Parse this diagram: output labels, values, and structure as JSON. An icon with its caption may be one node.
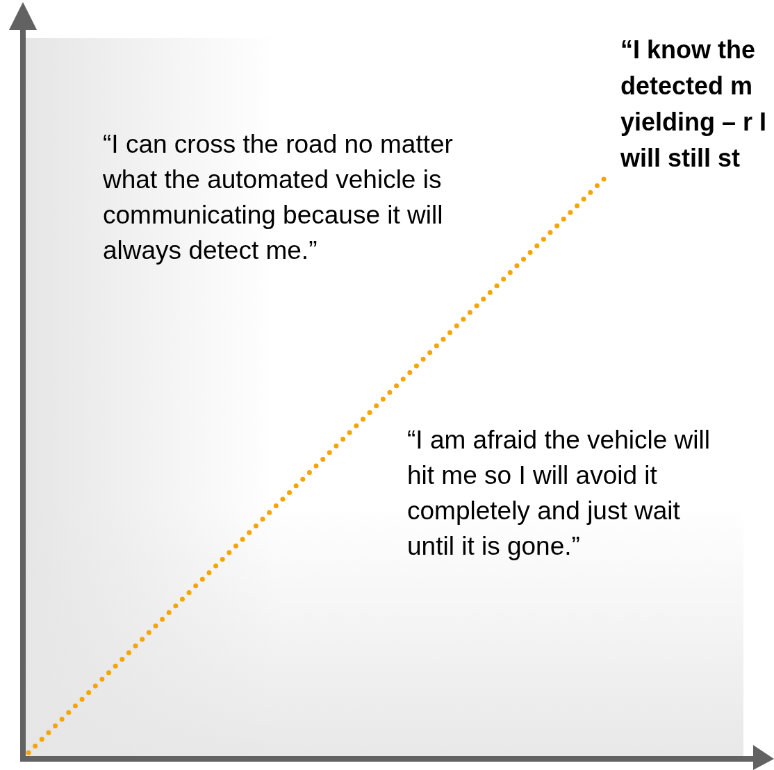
{
  "diagram": {
    "labels": [
      "“I know the detected m yielding – r I will still st",
      "“I can cross the road no matter what the automated vehicle is communicating because it will always detect me.”",
      "“I am afraid the vehicle will hit me so I will avoid it completely and just wait until it is gone.”"
    ]
  }
}
